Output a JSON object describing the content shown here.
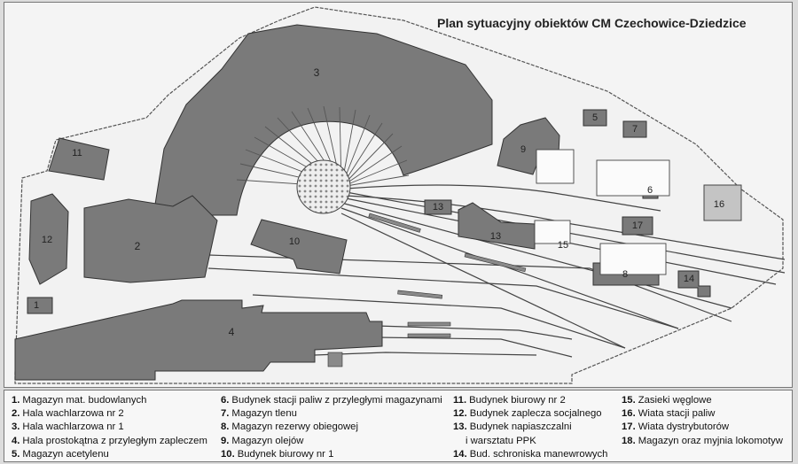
{
  "title": "Plan sytuacyjny obiektów CM Czechowice-Dziedzice",
  "buildings": {
    "b1": "1",
    "b2": "2",
    "b3": "3",
    "b4": "4",
    "b5": "5",
    "b6": "6",
    "b7": "7",
    "b8": "8",
    "b9": "9",
    "b10": "10",
    "b11": "11",
    "b12": "12",
    "b13a": "13",
    "b13b": "13",
    "b14": "14",
    "b15": "15",
    "b16": "16",
    "b17": "17"
  },
  "legend": {
    "col1": [
      {
        "num": "1.",
        "text": "Magazyn mat. budowlanych"
      },
      {
        "num": "2.",
        "text": "Hala wachlarzowa nr 2"
      },
      {
        "num": "3.",
        "text": "Hala wachlarzowa nr 1"
      },
      {
        "num": "4.",
        "text": "Hala prostokątna z przyległym zapleczem"
      },
      {
        "num": "5.",
        "text": "Magazyn acetylenu"
      }
    ],
    "col2": [
      {
        "num": "6.",
        "text": "Budynek stacji paliw z przyległymi magazynami"
      },
      {
        "num": "7.",
        "text": "Magazyn tlenu"
      },
      {
        "num": "8.",
        "text": "Magazyn rezerwy obiegowej"
      },
      {
        "num": "9.",
        "text": "Magazyn olejów"
      },
      {
        "num": "10.",
        "text": "Budynek biurowy nr 1"
      }
    ],
    "col3": [
      {
        "num": "11.",
        "text": "Budynek biurowy nr 2"
      },
      {
        "num": "12.",
        "text": "Budynek zaplecza socjalnego"
      },
      {
        "num": "13.",
        "text": "Budynek napiaszczalni"
      },
      {
        "num": "",
        "text": "i warsztatu PPK"
      },
      {
        "num": "14.",
        "text": "Bud. schroniska manewrowych"
      }
    ],
    "col4": [
      {
        "num": "15.",
        "text": "Zasieki węglowe"
      },
      {
        "num": "16.",
        "text": "Wiata stacji paliw"
      },
      {
        "num": "17.",
        "text": "Wiata dystrybutorów"
      },
      {
        "num": "18.",
        "text": "Magazyn oraz myjnia lokomotyw"
      }
    ]
  },
  "colors": {
    "building": "#7a7a7a",
    "light_building": "#c4c4c4",
    "ground": "#f4f4f4",
    "track": "#444444"
  }
}
